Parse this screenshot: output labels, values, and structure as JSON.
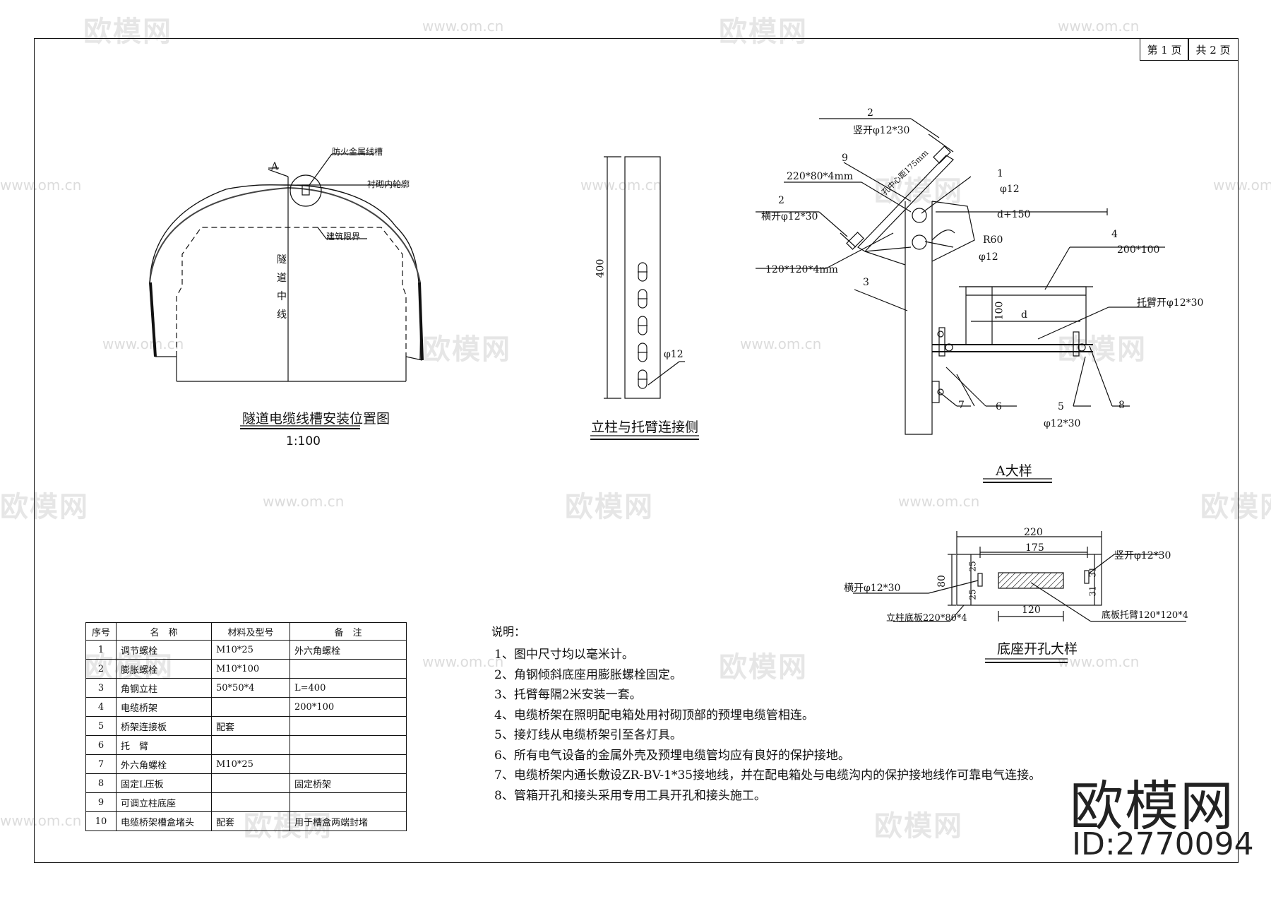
{
  "watermarks": {
    "logo": "欧模网",
    "url": "www.om.cn"
  },
  "sheet": {
    "page_label": "第 1 页",
    "total_label": "共 2 页"
  },
  "titles": {
    "tunnel_section": "隧道电缆线槽安装位置图",
    "tunnel_scale": "1:100",
    "column_side": "立柱与托臂连接侧",
    "detail_a": "A大样",
    "base_hole": "底座开孔大样"
  },
  "tunnel": {
    "a_marker": "A",
    "fireproof_tray": "防火金属线槽",
    "lining_contour": "衬砌内轮廓",
    "building_limit": "建筑限界",
    "centerline": "隧道中线"
  },
  "column": {
    "dim_length": "400",
    "hole": "φ12"
  },
  "detail_a": {
    "callout_2_top": "2",
    "vertical_slot": "竖开φ12*30",
    "callout_9": "9",
    "base_plate": "220*80*4mm",
    "hole_spacing": "孔中心距175mm",
    "callout_1": "1",
    "hole_top": "φ12",
    "callout_2_left": "2",
    "horizontal_slot": "横开φ12*30",
    "dim_d150": "d+150",
    "r60": "R60",
    "hole_mid": "φ12",
    "callout_4": "4",
    "tray_size": "200*100",
    "angle_size": "120*120*4mm",
    "callout_3": "3",
    "arm_slot": "托臂开φ12*30",
    "dim_100": "100",
    "dim_d": "d",
    "callout_7": "7",
    "callout_6": "6",
    "callout_5": "5",
    "callout_8": "8",
    "slot_bottom": "φ12*30"
  },
  "base": {
    "dim_220": "220",
    "dim_175": "175",
    "vertical_slot": "竖开φ12*30",
    "dim_80": "80",
    "dim_25": "25",
    "dim_31": "31",
    "horizontal_slot": "横开φ12*30",
    "dim_120": "120",
    "column_plate": "立柱底板220*80*4",
    "base_arm": "底板托臂120*120*4"
  },
  "table": {
    "headers": [
      "序号",
      "名　称",
      "材料及型号",
      "备　注"
    ],
    "rows": [
      {
        "no": "1",
        "name": "调节螺栓",
        "spec": "M10*25",
        "remark": "外六角螺栓"
      },
      {
        "no": "2",
        "name": "膨胀螺栓",
        "spec": "M10*100",
        "remark": ""
      },
      {
        "no": "3",
        "name": "角钢立柱",
        "spec": "50*50*4",
        "remark": "L=400"
      },
      {
        "no": "4",
        "name": "电缆桥架",
        "spec": "",
        "remark": "200*100"
      },
      {
        "no": "5",
        "name": "桥架连接板",
        "spec": "配套",
        "remark": ""
      },
      {
        "no": "6",
        "name": "托　臂",
        "spec": "",
        "remark": ""
      },
      {
        "no": "7",
        "name": "外六角螺栓",
        "spec": "M10*25",
        "remark": ""
      },
      {
        "no": "8",
        "name": "固定L压板",
        "spec": "",
        "remark": "固定桥架"
      },
      {
        "no": "9",
        "name": "可调立柱底座",
        "spec": "",
        "remark": ""
      },
      {
        "no": "10",
        "name": "电缆桥架槽盒堵头",
        "spec": "配套",
        "remark": "用于槽盒两端封堵"
      }
    ]
  },
  "notes": {
    "title": "说明：",
    "items": [
      "1、图中尺寸均以毫米计。",
      "2、角钢倾斜底座用膨胀螺栓固定。",
      "3、托臂每隔2米安装一套。",
      "4、电缆桥架在照明配电箱处用衬砌顶部的预埋电缆管相连。",
      "5、接灯线从电缆桥架引至各灯具。",
      "6、所有电气设备的金属外壳及预埋电缆管均应有良好的保护接地。",
      "7、电缆桥架内通长敷设ZR-BV-1*35接地线，并在配电箱处与电缆沟内的保护接地线作可靠电气连接。",
      "8、管箱开孔和接头采用专用工具开孔和接头施工。"
    ]
  },
  "brand": {
    "name": "欧模网",
    "id": "ID:2770094"
  }
}
